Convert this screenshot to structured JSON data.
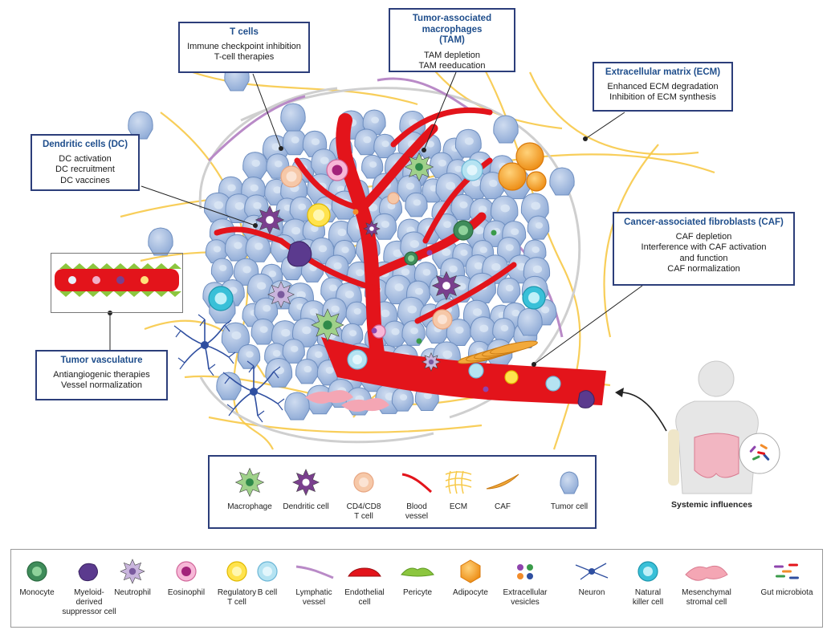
{
  "callouts": {
    "t_cells": {
      "title": "T cells",
      "lines": [
        "Immune checkpoint inhibition",
        "T-cell therapies"
      ]
    },
    "tam": {
      "title_lines": [
        "Tumor-associated macrophages",
        "(TAM)"
      ],
      "lines": [
        "TAM depletion",
        "TAM reeducation"
      ]
    },
    "ecm": {
      "title": "Extracellular matrix (ECM)",
      "lines": [
        "Enhanced ECM degradation",
        "Inhibition of ECM synthesis"
      ]
    },
    "dc": {
      "title": "Dendritic cells (DC)",
      "lines": [
        "DC activation",
        "DC recruitment",
        "DC vaccines"
      ]
    },
    "caf": {
      "title": "Cancer-associated fibroblasts (CAF)",
      "lines": [
        "CAF depletion",
        "Interference with CAF activation",
        "and function",
        "CAF normalization"
      ]
    },
    "vasculature": {
      "title": "Tumor vasculature",
      "lines": [
        "Antiangiogenic therapies",
        "Vessel normalization"
      ]
    }
  },
  "systemic": {
    "label": "Systemic influences"
  },
  "legend_main": [
    {
      "icon": "macrophage-icon",
      "lines": [
        "Macrophage"
      ]
    },
    {
      "icon": "dendritic-cell-icon",
      "lines": [
        "Dendritic cell"
      ]
    },
    {
      "icon": "t-cell-icon",
      "lines": [
        "CD4/CD8",
        "T cell"
      ]
    },
    {
      "icon": "blood-vessel-icon",
      "lines": [
        "Blood",
        "vessel"
      ]
    },
    {
      "icon": "ecm-icon",
      "lines": [
        "ECM"
      ]
    },
    {
      "icon": "caf-icon",
      "lines": [
        "CAF"
      ]
    },
    {
      "icon": "tumor-cell-icon",
      "lines": [
        "Tumor cell"
      ]
    }
  ],
  "legend_bottom": [
    {
      "icon": "monocyte-icon",
      "lines": [
        "Monocyte"
      ]
    },
    {
      "icon": "mdsc-icon",
      "lines": [
        "Myeloid-",
        "derived",
        "suppressor cell"
      ]
    },
    {
      "icon": "neutrophil-icon",
      "lines": [
        "Neutrophil"
      ]
    },
    {
      "icon": "eosinophil-icon",
      "lines": [
        "Eosinophil"
      ]
    },
    {
      "icon": "treg-icon",
      "lines": [
        "Regulatory",
        "T cell"
      ]
    },
    {
      "icon": "b-cell-icon",
      "lines": [
        "B cell"
      ]
    },
    {
      "icon": "lymphatic-vessel-icon",
      "lines": [
        "Lymphatic",
        "vessel"
      ]
    },
    {
      "icon": "endothelial-cell-icon",
      "lines": [
        "Endothelial",
        "cell"
      ]
    },
    {
      "icon": "pericyte-icon",
      "lines": [
        "Pericyte"
      ]
    },
    {
      "icon": "adipocyte-icon",
      "lines": [
        "Adipocyte"
      ]
    },
    {
      "icon": "extracellular-vesicles-icon",
      "lines": [
        "Extracellular",
        "vesicles"
      ]
    },
    {
      "icon": "neuron-icon",
      "lines": [
        "Neuron"
      ]
    },
    {
      "icon": "nk-cell-icon",
      "lines": [
        "Natural",
        "killer cell"
      ]
    },
    {
      "icon": "mesenchymal-stromal-cell-icon",
      "lines": [
        "Mesenchymal",
        "stromal cell"
      ]
    },
    {
      "icon": "gut-microbiota-icon",
      "lines": [
        "Gut microbiota"
      ]
    }
  ],
  "colors": {
    "box_border": "#2c3e7a",
    "title_blue": "#1f4e8c",
    "tumor_cell": "#a9c1e3",
    "tumor_cell_edge": "#6f8fc0",
    "vessel": "#e3141b",
    "ecm": "#f7c948",
    "macrophage": "#9fd18a",
    "dendritic": "#7a3f8e",
    "t_cell": "#f6c8a8",
    "caf": "#f2a93b",
    "adipocyte": "#f39c1f",
    "body": "#d9dadb"
  }
}
